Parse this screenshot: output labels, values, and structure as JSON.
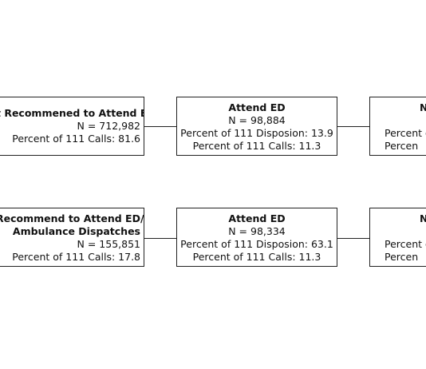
{
  "rows": [
    {
      "box1": {
        "title": "t Recommened to Attend ED",
        "n": "N = 712,982",
        "pct_calls": "Percent of 111 Calls: 81.6"
      },
      "box2": {
        "title": "Attend ED",
        "n": "N = 98,884",
        "pct_disp": "Percent of 111 Disposion: 13.9",
        "pct_calls": "Percent of 111 Calls: 11.3"
      },
      "box3": {
        "title": "N",
        "line2": "",
        "line3": "Percent o",
        "line4": "Percen"
      }
    },
    {
      "box1": {
        "title1": "Recommend to Attend ED/",
        "title2": "Ambulance Dispatches",
        "n": "N = 155,851",
        "pct_calls": "Percent of 111 Calls: 17.8"
      },
      "box2": {
        "title": "Attend ED",
        "n": "N = 98,334",
        "pct_disp": "Percent of 111 Disposion: 63.1",
        "pct_calls": "Percent of 111 Calls: 11.3"
      },
      "box3": {
        "title": "N",
        "line2": "",
        "line3": "Percent o",
        "line4": "Percen"
      }
    }
  ]
}
